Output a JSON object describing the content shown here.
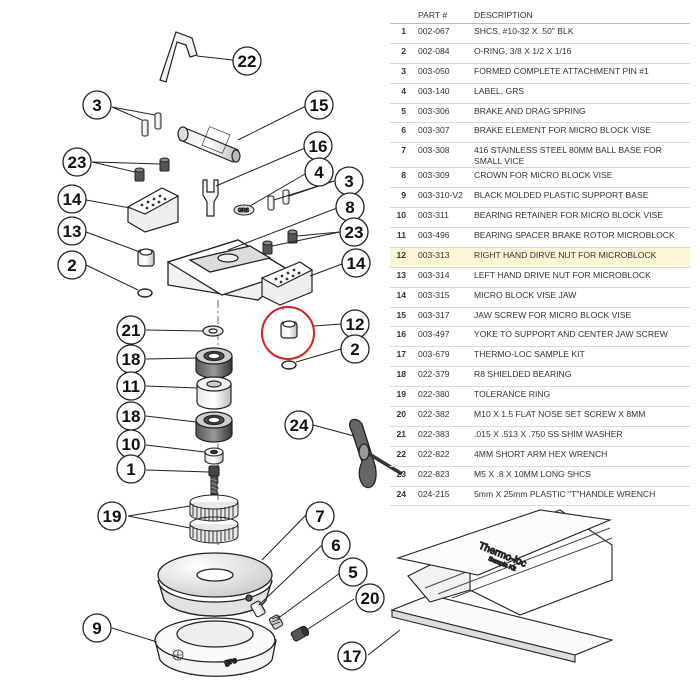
{
  "table": {
    "headers": {
      "item": "",
      "part": "PART #",
      "desc": "DESCRIPTION"
    },
    "rows": [
      {
        "item": "1",
        "part": "002-067",
        "desc": "SHCS, #10-32 X .50\" BLK"
      },
      {
        "item": "2",
        "part": "002-084",
        "desc": "O-RING, 3/8 X 1/2 X 1/16"
      },
      {
        "item": "3",
        "part": "003-050",
        "desc": "FORMED COMPLETE ATTACHMENT PIN #1"
      },
      {
        "item": "4",
        "part": "003-140",
        "desc": "LABEL, GRS"
      },
      {
        "item": "5",
        "part": "003-306",
        "desc": "BRAKE AND DRAG SPRING"
      },
      {
        "item": "6",
        "part": "003-307",
        "desc": "BRAKE ELEMENT FOR MICRO BLOCK VISE"
      },
      {
        "item": "7",
        "part": "003-308",
        "desc": "416 STAINLESS STEEL 80MM BALL BASE FOR SMALL VICE"
      },
      {
        "item": "8",
        "part": "003-309",
        "desc": "CROWN FOR MICRO BLOCK  VISE"
      },
      {
        "item": "9",
        "part": "003-310-V2",
        "desc": "BLACK MOLDED PLASTIC SUPPORT BASE"
      },
      {
        "item": "10",
        "part": "003-311",
        "desc": "BEARING RETAINER FOR MICRO BLOCK VISE"
      },
      {
        "item": "11",
        "part": "003-496",
        "desc": "BEARING SPACER BRAKE ROTOR MICROBLOCK"
      },
      {
        "item": "12",
        "part": "003-313",
        "desc": "RIGHT HAND DIRVE NUT FOR MICROBLOCK"
      },
      {
        "item": "13",
        "part": "003-314",
        "desc": "LEFT HAND DRIVE NUT FOR MICROBLOCK"
      },
      {
        "item": "14",
        "part": "003-315",
        "desc": "MICRO  BLOCK VISE JAW"
      },
      {
        "item": "15",
        "part": "003-317",
        "desc": "JAW SCREW FOR MICRO  BLOCK VISE"
      },
      {
        "item": "16",
        "part": "003-497",
        "desc": "YOKE TO SUPPORT AND CENTER JAW SCREW"
      },
      {
        "item": "17",
        "part": "003-679",
        "desc": "THERMO-LOC SAMPLE KIT"
      },
      {
        "item": "18",
        "part": "022-379",
        "desc": "R8 SHIELDED BEARING"
      },
      {
        "item": "19",
        "part": "022-380",
        "desc": "TOLERANCE RING"
      },
      {
        "item": "20",
        "part": "022-382",
        "desc": "M10 X 1.5 FLAT NOSE SET SCREW X 8MM"
      },
      {
        "item": "21",
        "part": "022-383",
        "desc": ".015 X .513 X .750 SS SHIM WASHER"
      },
      {
        "item": "22",
        "part": "022-822",
        "desc": "4MM SHORT ARM HEX WRENCH"
      },
      {
        "item": "23",
        "part": "022-823",
        "desc": "M5 X .8 X 10MM LONG SHCS"
      },
      {
        "item": "24",
        "part": "024-215",
        "desc": "5mm X 25mm PLASTIC \"T\"HANDLE WRENCH"
      }
    ],
    "highlight_item": "12"
  },
  "callouts": {
    "c22": "22",
    "c3a": "3",
    "c15": "15",
    "c23a": "23",
    "c16": "16",
    "c4": "4",
    "c3b": "3",
    "c14a": "14",
    "c8": "8",
    "c13": "13",
    "c23b": "23",
    "c2a": "2",
    "c14b": "14",
    "c12": "12",
    "c21": "21",
    "c2b": "2",
    "c18a": "18",
    "c11": "11",
    "c18b": "18",
    "c24": "24",
    "c10": "10",
    "c1": "1",
    "c19": "19",
    "c7": "7",
    "c6": "6",
    "c5": "5",
    "c20": "20",
    "c9": "9",
    "c17": "17"
  },
  "labels": {
    "kit_title": "Thermo-loc",
    "kit_subtitle": "Sample Kit",
    "base_brand": "grs"
  },
  "colors": {
    "highlight_circle": "#d62020",
    "highlight_row": "#fdf6d6"
  }
}
